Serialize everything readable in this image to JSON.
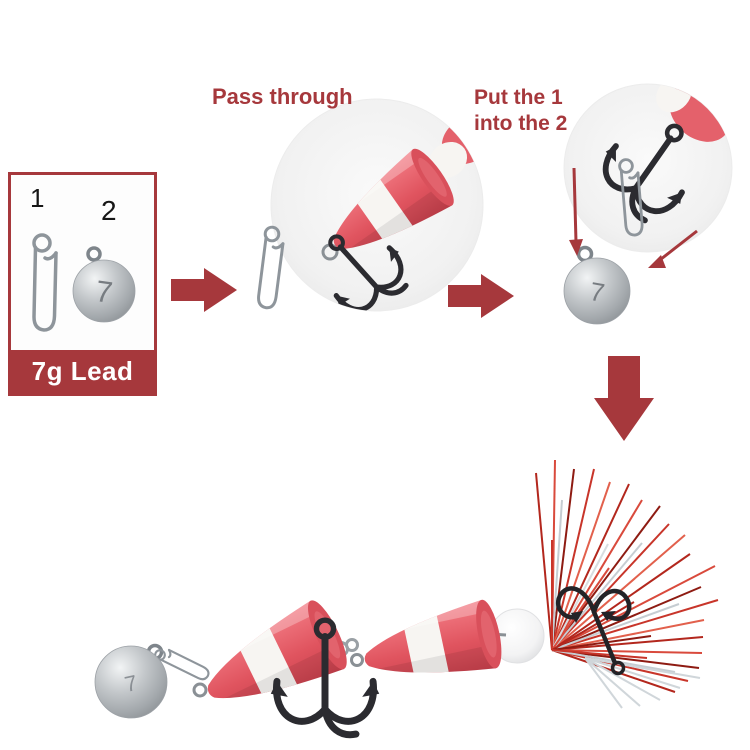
{
  "image": {
    "type": "product-instruction",
    "subject": "Fishing lure assembly: attach 7g lead sinker with snap clip to jointed foam lure"
  },
  "colors": {
    "background": "#FFFFFF",
    "accent_red": "#A6383C",
    "lure_red": "#E4616B",
    "lure_white": "#F7F5F2",
    "lead_gray": "#AEB3B7",
    "tinsel_red": "#C0392B",
    "tinsel_silver": "#C6CDD2",
    "hook_black": "#2B2B30"
  },
  "legend": {
    "part1_label": "1",
    "part2_label": "2",
    "caption": "7g Lead",
    "ball_digit": "7"
  },
  "steps": {
    "step1_label": "Pass through",
    "step2_label_line1": "Put the 1",
    "step2_label_line2": "into the 2"
  },
  "lead_ball": {
    "digit": "7"
  }
}
